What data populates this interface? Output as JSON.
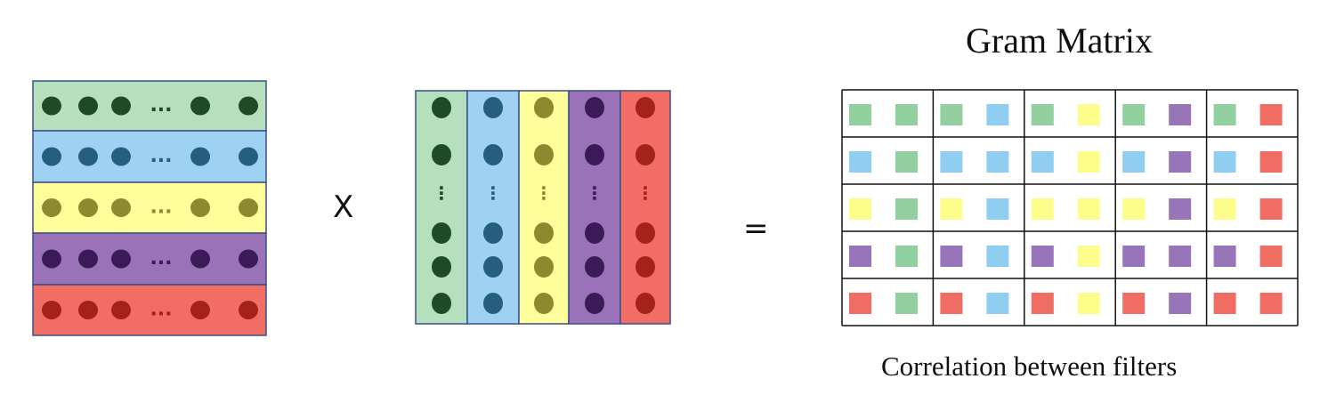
{
  "title": "Gram Matrix",
  "caption": "Correlation between filters",
  "operators": {
    "multiply": "X",
    "equals": "="
  },
  "ellipsis_glyph": "...",
  "vertical_ellipsis_glyph": "⋮",
  "filter_colors": [
    {
      "band": "#b6dfbd",
      "dot": "#1e4a24",
      "cell": "#93d09f"
    },
    {
      "band": "#9fd2f2",
      "dot": "#255e7e",
      "cell": "#8fcef0"
    },
    {
      "band": "#fefe9a",
      "dot": "#8c8a2e",
      "cell": "#fdfd8c"
    },
    {
      "band": "#9a72b8",
      "dot": "#3b1a58",
      "cell": "#9874b8"
    },
    {
      "band": "#f06e64",
      "dot": "#a3221a",
      "cell": "#ef6d63"
    }
  ],
  "border_color": "#3b4f8c",
  "gram_matrix": {
    "rows": 5,
    "cols": 5
  }
}
